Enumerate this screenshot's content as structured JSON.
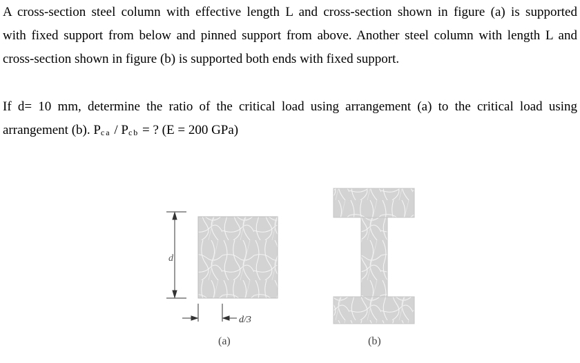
{
  "problem": {
    "paragraph1": {
      "line1": "A cross-section steel column with effective length L and cross-section shown in figure (a) is supported",
      "line2": "with fixed support from below and pinned support from above. Another steel column with length L and",
      "line3": "cross-section shown in figure (b) is supported both ends with fixed support."
    },
    "paragraph2": {
      "line1": "If d= 10 mm, determine the ratio of the critical load using arrangement (a) to the critical load using",
      "line2_prefix": "arrangement (b).  P",
      "sub_a": "ca",
      "slash": " / P",
      "sub_b": "cb",
      "line2_suffix": " = ? (E = 200 GPa)"
    }
  },
  "figure": {
    "label_d": "d",
    "label_d3": "d/3",
    "caption_a": "(a)",
    "caption_b": "(b)",
    "fill_color": "#d3d3d3",
    "grain_color": "#f4f4f4"
  }
}
